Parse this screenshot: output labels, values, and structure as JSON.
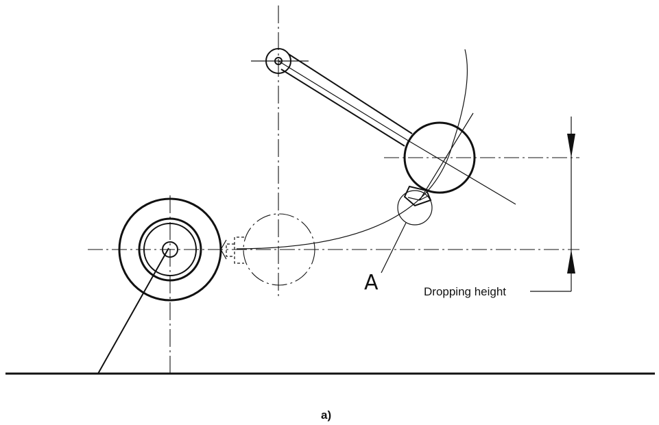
{
  "labels": {
    "point_a": "A",
    "dropping_height": "Dropping height",
    "caption": "a)"
  },
  "colors": {
    "line": "#111111",
    "background": "#ffffff"
  }
}
